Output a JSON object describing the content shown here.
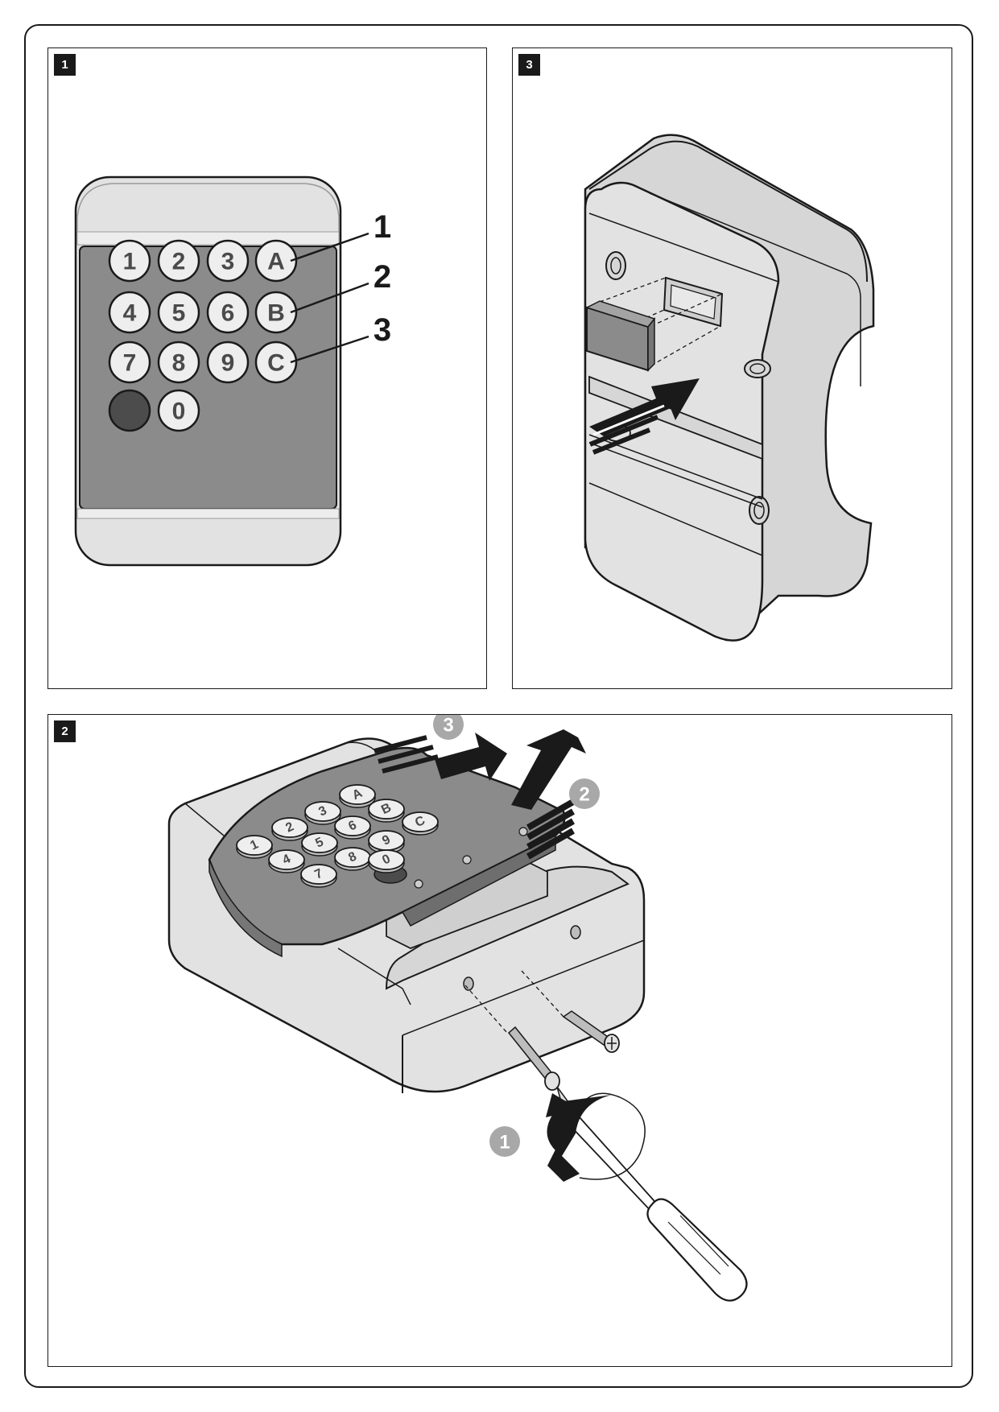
{
  "panels": {
    "p1": {
      "number": "1"
    },
    "p2": {
      "number": "2"
    },
    "p3": {
      "number": "3"
    }
  },
  "keypad_front": {
    "keys": [
      "1",
      "2",
      "3",
      "A",
      "4",
      "5",
      "6",
      "B",
      "7",
      "8",
      "9",
      "C",
      "0"
    ],
    "callouts": [
      "1",
      "2",
      "3"
    ]
  },
  "keypad_persp": {
    "keys": [
      "1",
      "2",
      "3",
      "A",
      "4",
      "5",
      "6",
      "B",
      "7",
      "8",
      "9",
      "C",
      "0"
    ]
  },
  "steps": [
    "1",
    "2",
    "3"
  ],
  "colors": {
    "line": "#1a1a1a",
    "housing": "#e2e2e2",
    "housing_shade": "#d2d2d2",
    "keypad_face": "#8b8b8b",
    "key": "#eeeeee",
    "key_dark": "#4c4c4c",
    "step_circle": "#a8a8a8"
  }
}
